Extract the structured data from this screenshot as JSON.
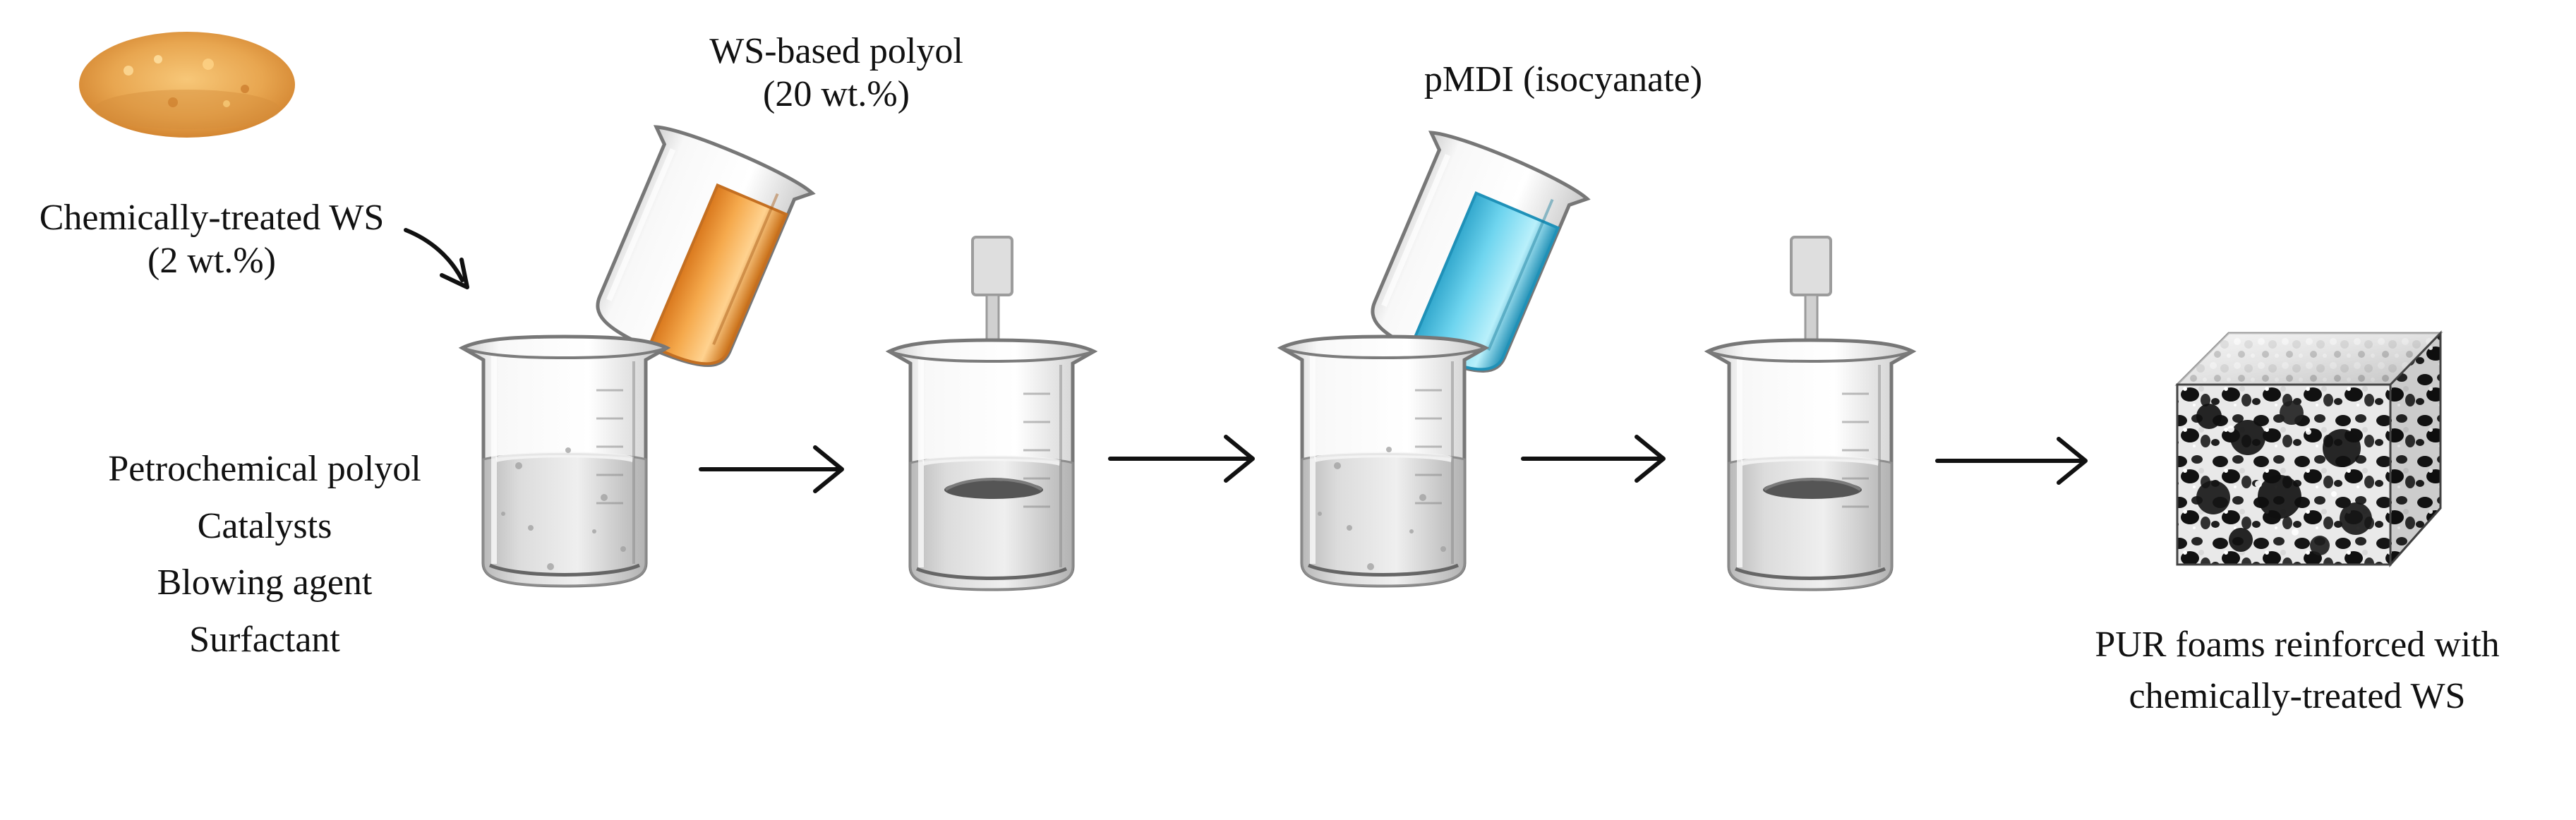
{
  "labels": {
    "treated_ws_line1": "Chemically-treated  WS",
    "treated_ws_line2": "(2 wt.%)",
    "polyol_line1": "WS-based polyol",
    "polyol_line2": "(20 wt.%)",
    "pmdi": "pMDI (isocyanate)",
    "ingredient_1": "Petrochemical polyol",
    "ingredient_2": "Catalysts",
    "ingredient_3": "Blowing agent",
    "ingredient_4": "Surfactant",
    "product_line1": "PUR foams reinforced with",
    "product_line2": "chemically-treated  WS"
  },
  "colors": {
    "powder": "#e8a650",
    "orange_liquid": "#f09a36",
    "blue_liquid": "#5fc8e6",
    "glass_outline": "#6f6f6f",
    "beaker_liquid": "#d8d8d8",
    "foam_dark": "#1b1b1b",
    "foam_light": "#f3f3f3",
    "arrow": "#111111"
  },
  "icons": {
    "powder": "powder-heap-icon",
    "beaker": "beaker-icon",
    "stirrer": "mechanical-stirrer-icon",
    "foam": "foam-cube-icon",
    "arrow": "right-arrow-icon"
  }
}
